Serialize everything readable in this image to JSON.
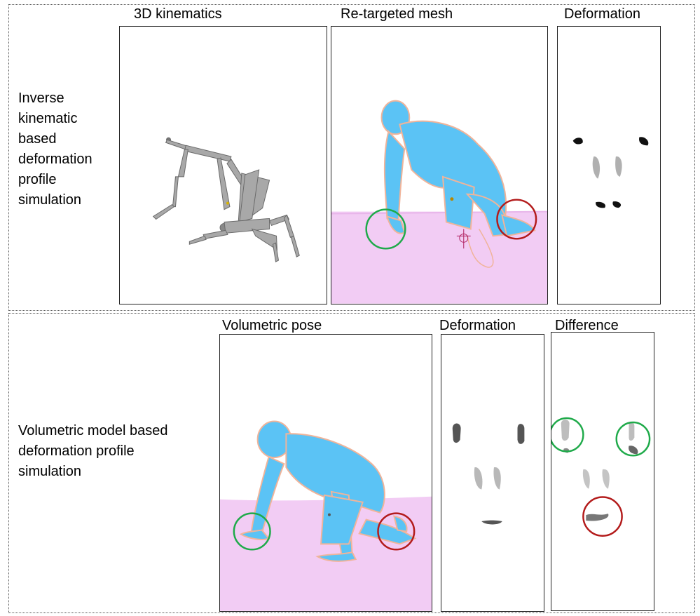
{
  "rows": [
    {
      "label_lines": [
        "Inverse",
        "kinematic",
        "based",
        "deformation",
        "profile",
        "simulation"
      ],
      "panels": [
        {
          "title": "3D kinematics"
        },
        {
          "title": "Re-targeted mesh"
        },
        {
          "title": "Deformation"
        }
      ]
    },
    {
      "label_lines": [
        "Volumetric model based",
        "deformation profile",
        "simulation"
      ],
      "panels": [
        {
          "title": "Volumetric pose"
        },
        {
          "title": "Deformation"
        },
        {
          "title": "Difference"
        }
      ]
    }
  ],
  "colors": {
    "floor": "#f2ccf4",
    "body": "#5bc3f5",
    "body_outline": "#f0b49a",
    "skeleton": "#9a9a9a",
    "circle_green": "#1faa4a",
    "circle_red": "#b31b1b"
  }
}
